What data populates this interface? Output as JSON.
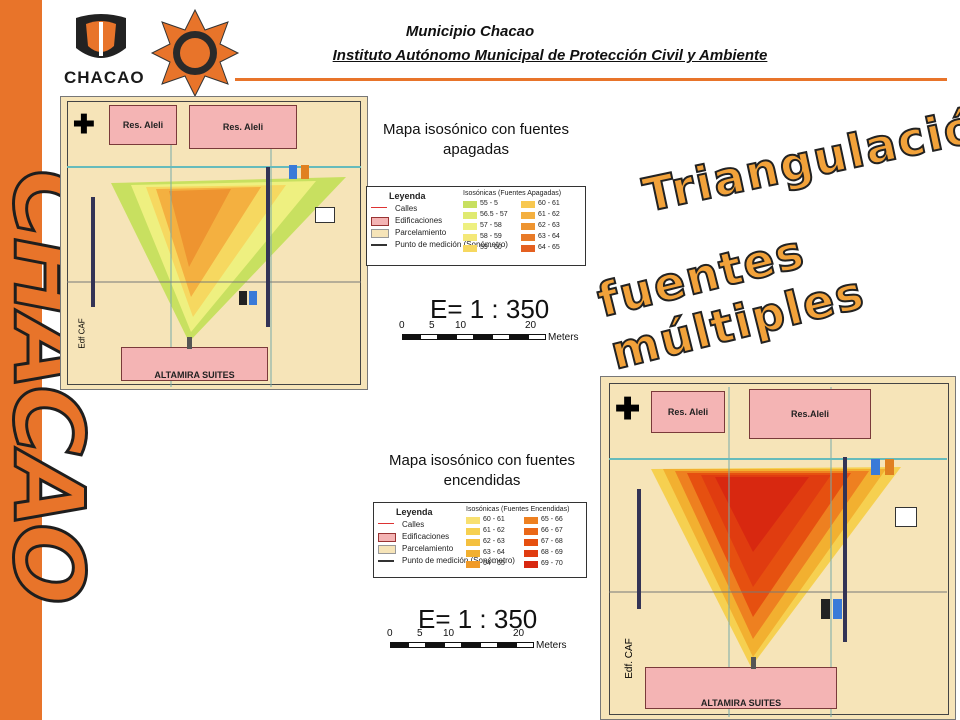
{
  "header": {
    "municipality": "Municipio Chacao",
    "institute": "Instituto Autónomo Municipal de Protección Civil y Ambiente",
    "logo_text": "CHACAO"
  },
  "side_title": "CHACAO",
  "title_art": {
    "line1": "Triangulación",
    "line2": "fuentes múltiples"
  },
  "map_off": {
    "caption": "Mapa isosónico con fuentes apagadas",
    "buildings": {
      "res_aleli_1": "Res. Aleli",
      "res_aleli_2": "Res. Aleli",
      "altamira": "ALTAMIRA SUITES",
      "edf_caf": "Edf CAF"
    },
    "legend": {
      "title": "Leyenda",
      "items": [
        "Calles",
        "Edificaciones",
        "Parcelamiento",
        "Punto de medición (Sonómetro)"
      ],
      "iso_title": "Isosónicas (Fuentes Apagadas)",
      "iso_col1": [
        "55 - 5",
        "56.5 - 57",
        "57 - 58",
        "58 - 59",
        "59 - 60"
      ],
      "iso_col2": [
        "60 - 61",
        "61 - 62",
        "62 - 63",
        "63 - 64",
        "64 - 65"
      ],
      "iso_colors1": [
        "#c8e060",
        "#e0ea70",
        "#eef080",
        "#f4e878",
        "#f6d860"
      ],
      "iso_colors2": [
        "#f8c850",
        "#f4b040",
        "#ee9430",
        "#e87a28",
        "#e46020"
      ]
    },
    "scale": {
      "label": "E= 1 : 350",
      "ticks": [
        "0",
        "5",
        "10",
        "20"
      ],
      "unit": "Meters"
    }
  },
  "map_on": {
    "caption": "Mapa isosónico con fuentes encendidas",
    "buildings": {
      "res_aleli_1": "Res. Aleli",
      "res_aleli_2": "Res.Aleli",
      "altamira": "ALTAMIRA SUITES",
      "edf_caf": "Edf. CAF"
    },
    "legend": {
      "title": "Leyenda",
      "items": [
        "Calles",
        "Edificaciones",
        "Parcelamiento",
        "Punto de medición (Sonómetro)"
      ],
      "iso_title": "Isosónicas (Fuentes Encendidas)",
      "iso_col1": [
        "60 - 61",
        "61 - 62",
        "62 - 63",
        "63 - 64",
        "64 - 65"
      ],
      "iso_col2": [
        "65 - 66",
        "66 - 67",
        "67 - 68",
        "68 - 69",
        "69 - 70"
      ],
      "iso_colors1": [
        "#f8e070",
        "#f6d050",
        "#f4c040",
        "#f2b030",
        "#f09a28"
      ],
      "iso_colors2": [
        "#ee8020",
        "#ea6818",
        "#e65010",
        "#e03c10",
        "#d82810"
      ]
    },
    "scale": {
      "label": "E= 1 : 350",
      "ticks": [
        "0",
        "5",
        "10",
        "20"
      ],
      "unit": "Meters"
    }
  },
  "colors": {
    "accent": "#e8742a",
    "building": "#f4b4b4",
    "parcel": "#f6e4b8"
  }
}
